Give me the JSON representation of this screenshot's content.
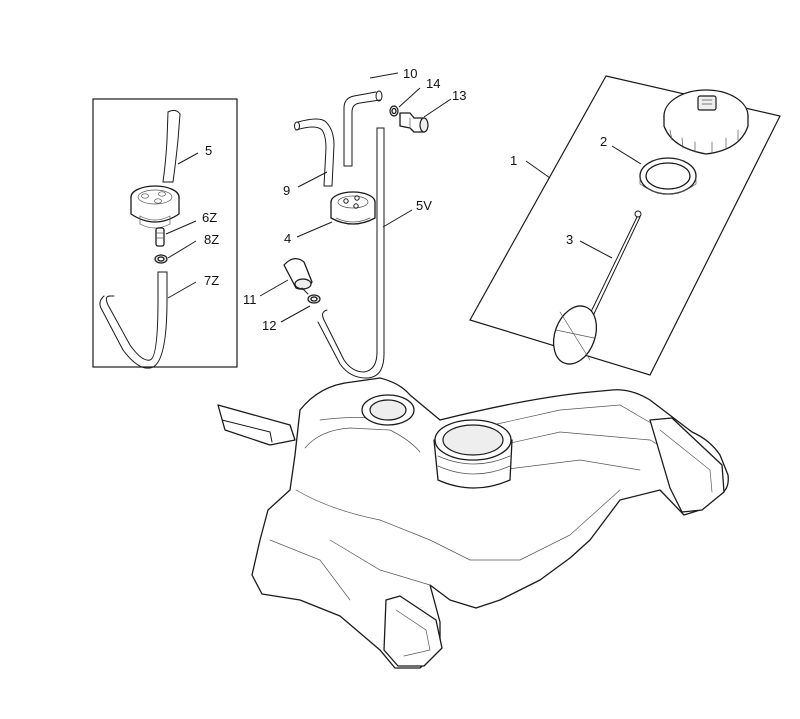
{
  "callouts": {
    "c1": "1",
    "c2": "2",
    "c3": "3",
    "c4": "4",
    "c5": "5",
    "c5v": "5V",
    "c6z": "6Z",
    "c7z": "7Z",
    "c8z": "8Z",
    "c9": "9",
    "c10": "10",
    "c11": "11",
    "c12": "12",
    "c13": "13",
    "c14": "14"
  }
}
